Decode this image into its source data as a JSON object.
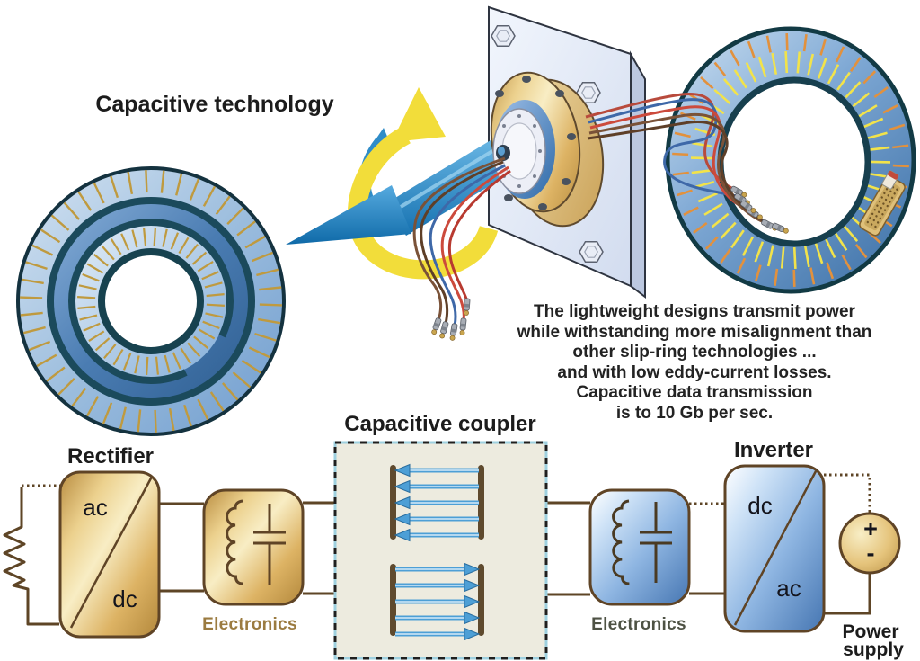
{
  "title": "Capacitive technology",
  "description": {
    "lines": [
      "The lightweight designs transmit power",
      "while withstanding more misalignment than",
      "other slip-ring technologies ...",
      "and with low eddy-current losses.",
      "Capacitive data transmission",
      "is to 10 Gb per sec."
    ]
  },
  "circuit": {
    "rectifier": {
      "label": "Rectifier",
      "input": "ac",
      "output": "dc"
    },
    "electronics_left": {
      "label": "Electronics"
    },
    "coupler": {
      "label": "Capacitive coupler"
    },
    "electronics_right": {
      "label": "Electronics"
    },
    "inverter": {
      "label": "Inverter",
      "input": "dc",
      "output": "ac"
    },
    "power_supply": {
      "label_top": "Power",
      "label_bottom": "supply",
      "plus": "+",
      "minus": "-"
    }
  },
  "colors": {
    "arrow_blue": "#2b8fd0",
    "arrow_yellow": "#f2dd3a",
    "box_gold": "#e3bd6f",
    "box_blue": "#6f9fd8",
    "wire_brown": "#5e4526",
    "ring_blue": "#5d8cc2",
    "tick_gold": "#bf9a3f",
    "tick_yellow": "#f2e34a",
    "tick_orange": "#e2913d"
  }
}
